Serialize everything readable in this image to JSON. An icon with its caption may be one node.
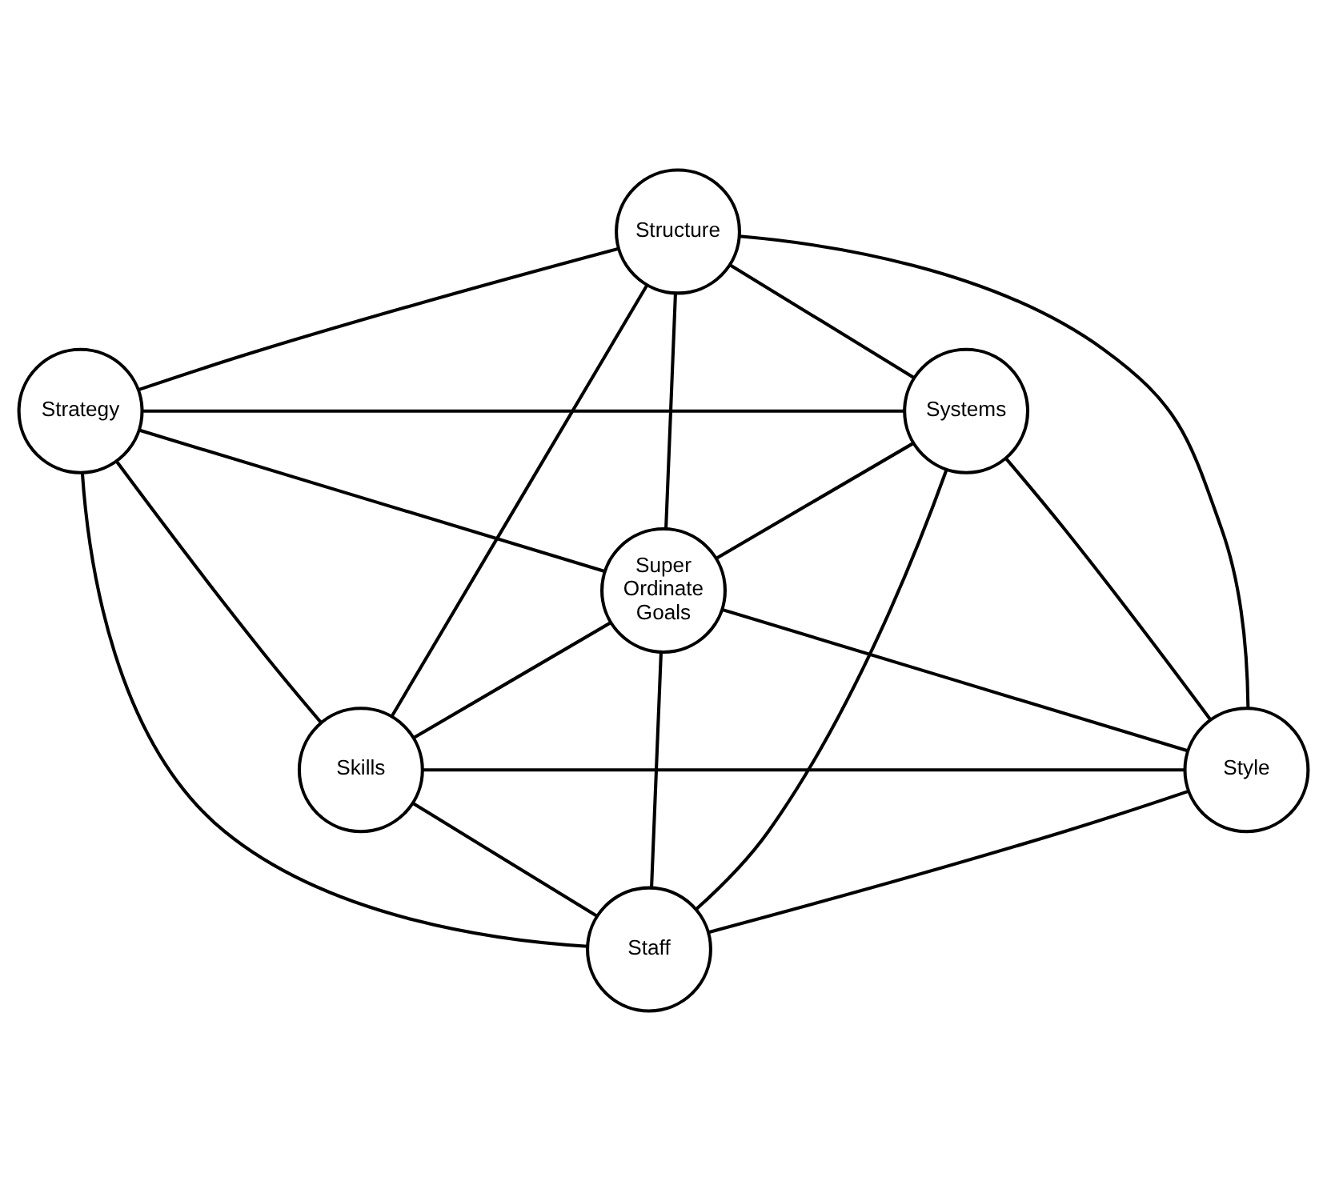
{
  "diagram": {
    "nodes": [
      {
        "text": [
          "Structure"
        ]
      },
      {
        "text": [
          "Strategy"
        ]
      },
      {
        "text": [
          "Systems"
        ]
      },
      {
        "text": [
          "Super Ordinate Goals"
        ]
      },
      {
        "text": [
          "Skills"
        ]
      },
      {
        "text": [
          "Style"
        ]
      },
      {
        "text": [
          "Staff"
        ]
      }
    ],
    "edges": [
      {
        "from": 0,
        "to": 1,
        "arrow": "none"
      },
      {
        "from": 0,
        "to": 2,
        "arrow": "none"
      },
      {
        "from": 0,
        "to": 3,
        "arrow": "none"
      },
      {
        "from": 0,
        "to": 4,
        "arrow": "none"
      },
      {
        "from": 0,
        "to": 5,
        "arrow": "none"
      },
      {
        "from": 1,
        "to": 2,
        "arrow": "none"
      },
      {
        "from": 1,
        "to": 3,
        "arrow": "none"
      },
      {
        "from": 1,
        "to": 6,
        "arrow": "none"
      },
      {
        "from": 1,
        "to": 4,
        "arrow": "none"
      },
      {
        "from": 2,
        "to": 3,
        "arrow": "none"
      },
      {
        "from": 2,
        "to": 6,
        "arrow": "none"
      },
      {
        "from": 2,
        "to": 5,
        "arrow": "none"
      },
      {
        "from": 3,
        "to": 4,
        "arrow": "none"
      },
      {
        "from": 3,
        "to": 5,
        "arrow": "none"
      },
      {
        "from": 3,
        "to": 6,
        "arrow": "none"
      },
      {
        "from": 4,
        "to": 5,
        "arrow": "none"
      },
      {
        "from": 4,
        "to": 6,
        "arrow": "none"
      },
      {
        "from": 5,
        "to": 6,
        "arrow": "none"
      }
    ]
  }
}
